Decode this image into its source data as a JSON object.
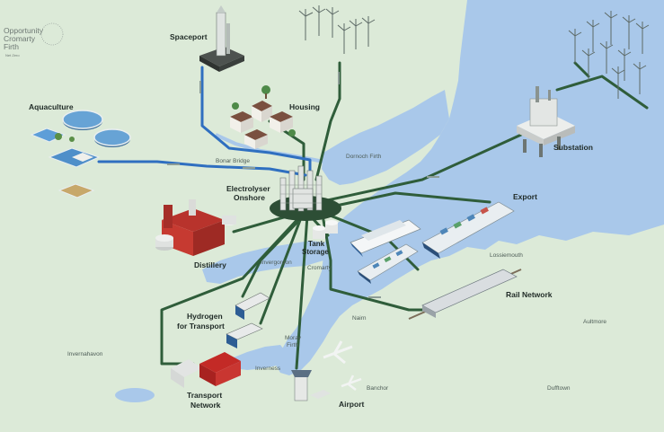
{
  "logo": {
    "line1": "Opportunity",
    "line2": "Cromarty",
    "line3": "Firth",
    "tagline": "Net Zero"
  },
  "nodes": {
    "spaceport": "Spaceport",
    "housing": "Housing",
    "aquaculture": "Aquaculture",
    "electrolyser_1": "Electrolyser",
    "electrolyser_2": "Onshore",
    "distillery": "Distillery",
    "tank_1": "Tank",
    "tank_2": "Storage",
    "export": "Export",
    "substation": "Substation",
    "rail": "Rail Network",
    "hydrogen_1": "Hydrogen",
    "hydrogen_2": "for Transport",
    "transport_1": "Transport",
    "transport_2": "Network",
    "airport": "Airport"
  },
  "places": {
    "bonar": "Bonar Bridge",
    "dornoch": "Dornoch Firth",
    "invergordon": "Invergordon",
    "cromarty": "Cromarty",
    "nairn": "Nairn",
    "lossiemouth": "Lossiemouth",
    "aultmore": "Aultmore",
    "inverness": "Inverness",
    "moray": "Moray Firth",
    "banchor": "Banchor",
    "dufftown": "Dufftown",
    "invernahavon": "Invernahavon"
  },
  "colors": {
    "land": "#dcead8",
    "sea": "#a9c8ea",
    "pipeline_green": "#2f5d3a",
    "pipeline_blue": "#2f6fc0",
    "label": "#1f2a26"
  }
}
